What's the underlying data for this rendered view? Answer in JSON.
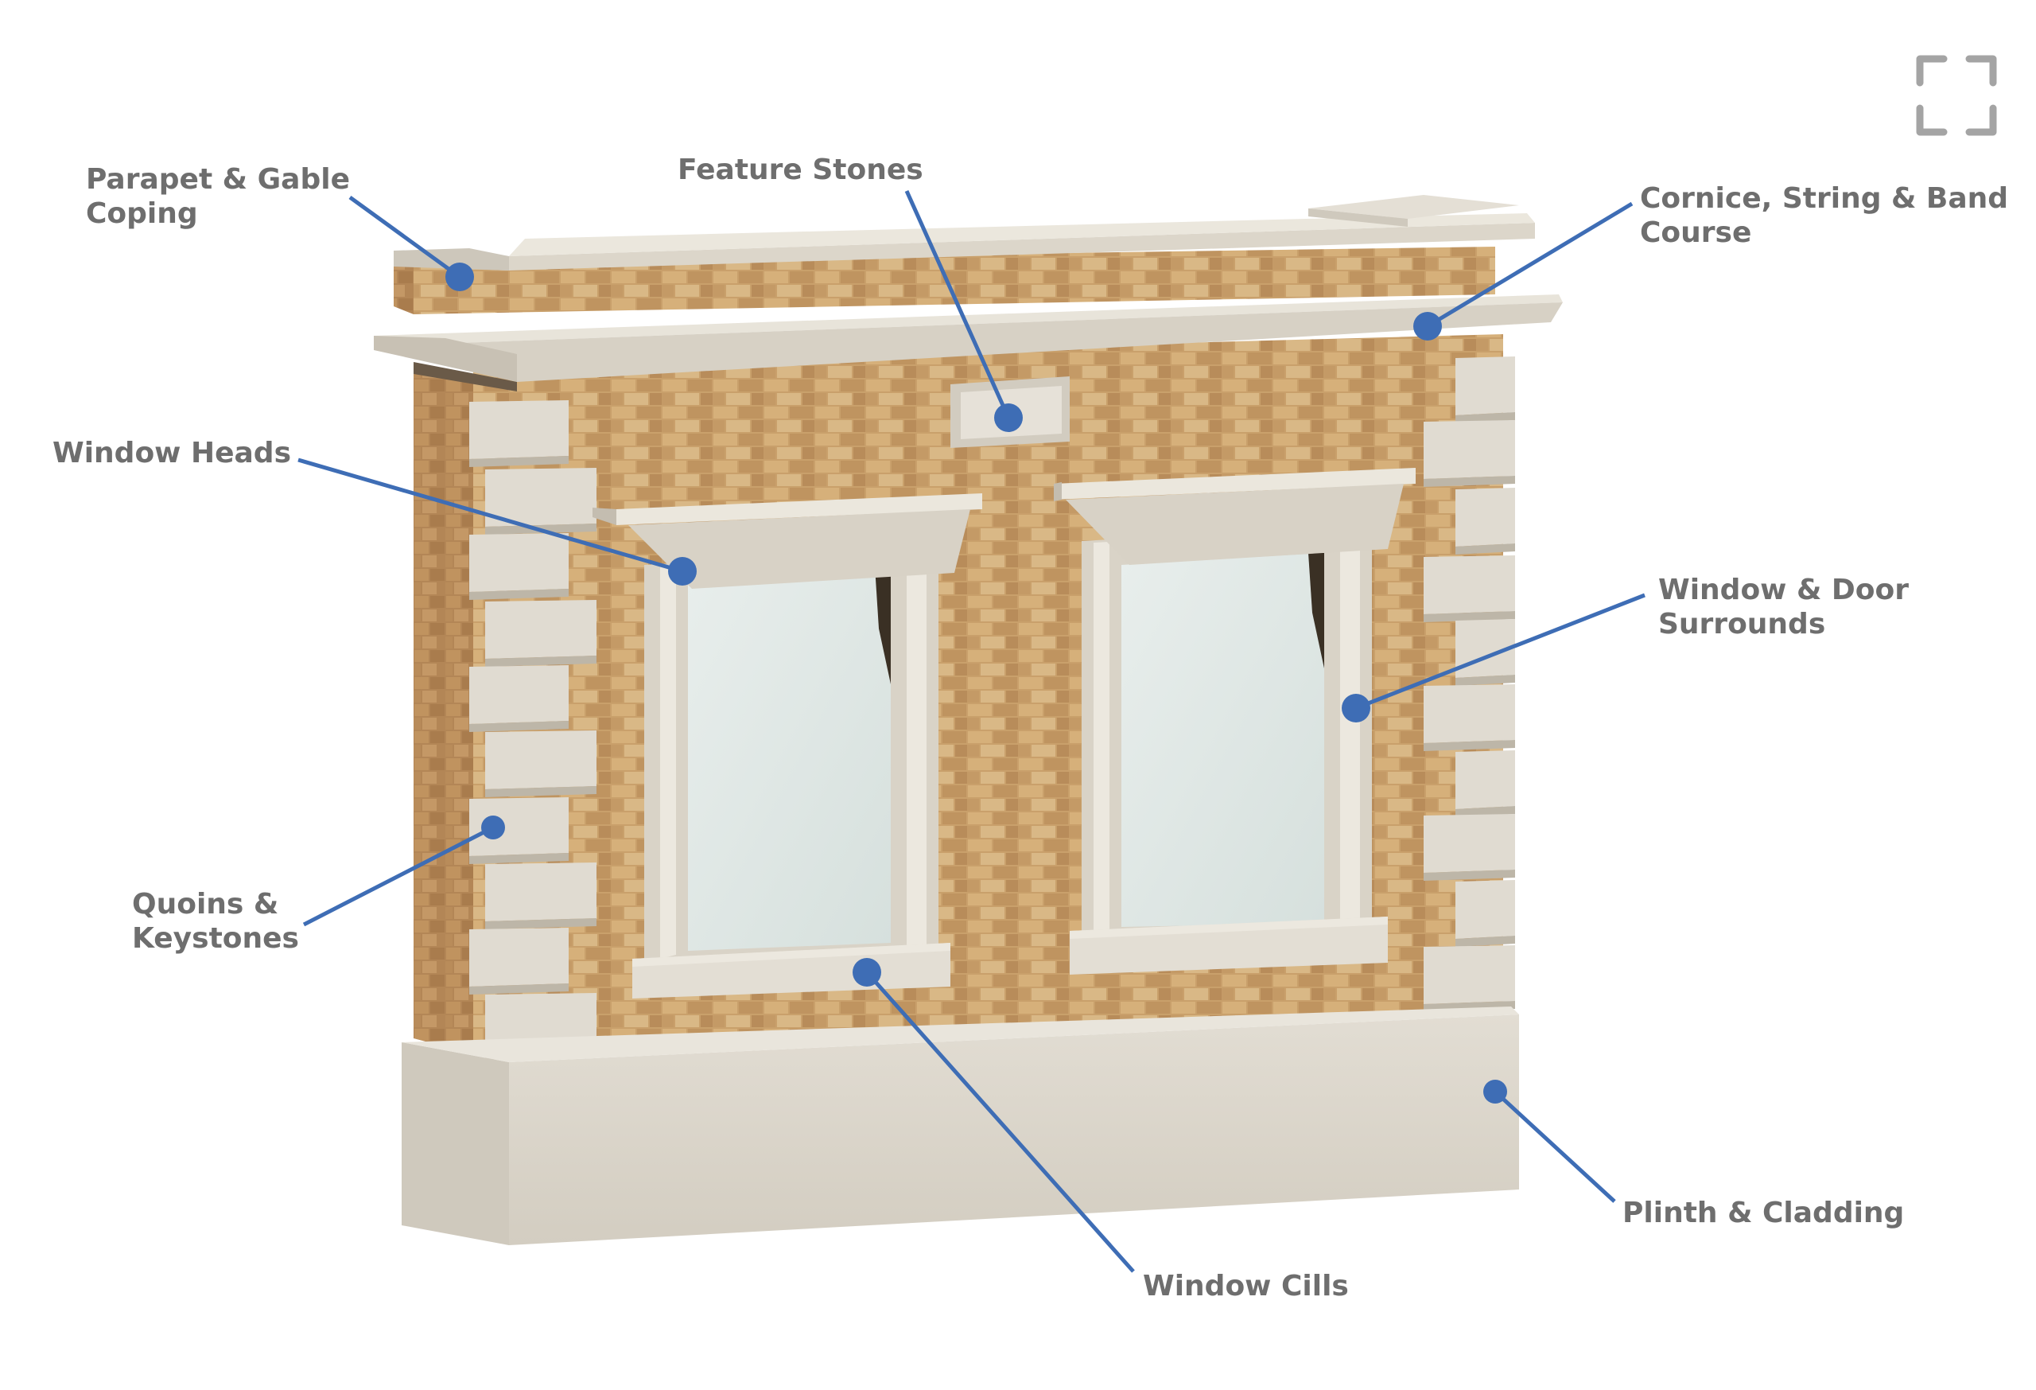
{
  "colors": {
    "stone": "#dcd6ca",
    "stone_shadow": "#bdb6a8",
    "brick": "#c9a06b",
    "glass": "#dde6e4",
    "callout": "#3e6db5",
    "label": "#6e6e6e",
    "icon": "#a4a4a4"
  },
  "icons": {
    "fullscreen": "expand-icon"
  },
  "callouts": [
    {
      "id": "parapet",
      "lines": [
        "Parapet & Gable",
        "Coping"
      ]
    },
    {
      "id": "feature",
      "lines": [
        "Feature Stones"
      ]
    },
    {
      "id": "cornice",
      "lines": [
        "Cornice, String & Band",
        "Course"
      ]
    },
    {
      "id": "heads",
      "lines": [
        "Window Heads"
      ]
    },
    {
      "id": "surrounds",
      "lines": [
        "Window & Door",
        "Surrounds"
      ]
    },
    {
      "id": "quoins",
      "lines": [
        "Quoins &",
        "Keystones"
      ]
    },
    {
      "id": "plinth",
      "lines": [
        "Plinth & Cladding"
      ]
    },
    {
      "id": "cills",
      "lines": [
        "Window Cills"
      ]
    }
  ]
}
